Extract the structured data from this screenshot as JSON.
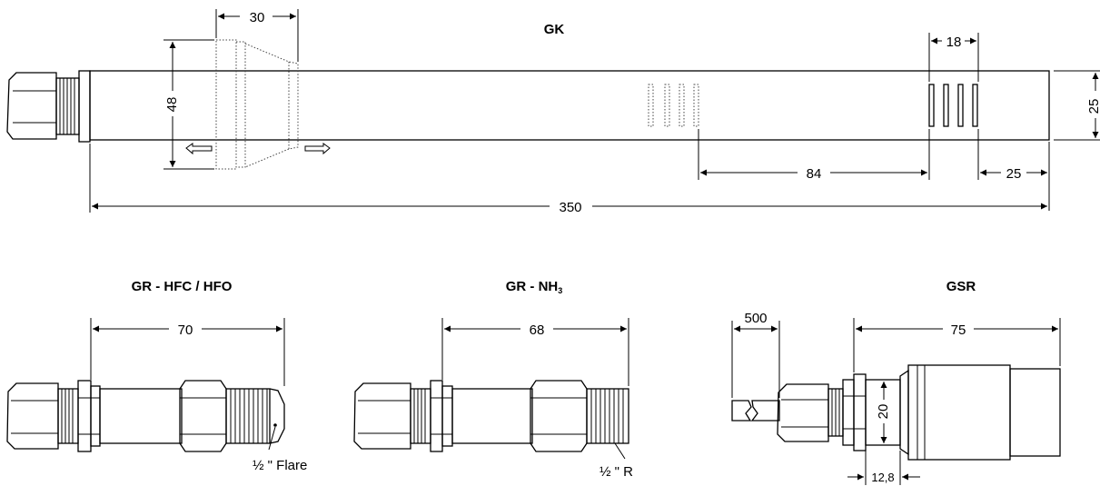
{
  "gk": {
    "title": "GK",
    "dim_top_30": "30",
    "dim_top_18": "18",
    "dim_48": "48",
    "dim_25_right": "25",
    "dim_84": "84",
    "dim_25_bottom": "25",
    "dim_350": "350"
  },
  "gr_hfc": {
    "title": "GR - HFC / HFO",
    "dim_70": "70",
    "fitting_note": "½ \" Flare"
  },
  "gr_nh3": {
    "title_main": "GR - NH",
    "title_sub": "3",
    "dim_68": "68",
    "fitting_note": "½ \" R"
  },
  "gsr": {
    "title": "GSR",
    "dim_500": "500",
    "dim_75": "75",
    "dim_20": "20",
    "dim_12_8": "12,8"
  }
}
